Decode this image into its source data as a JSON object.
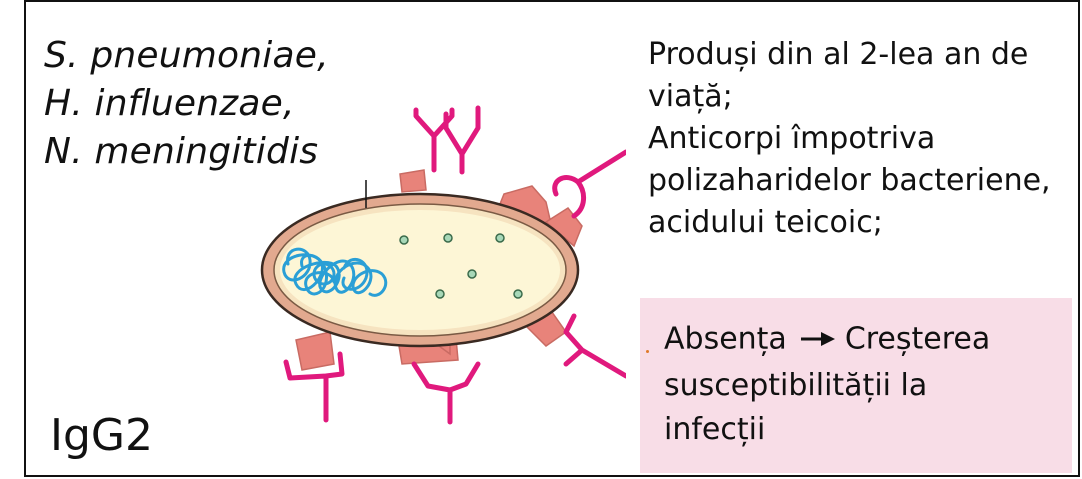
{
  "bacteria": {
    "line1": "S. pneumoniae,",
    "line2": "H. influenzae,",
    "line3": "N. meningitidis"
  },
  "antibody_label": "IgG2",
  "info": {
    "line1": "Produși din al 2-lea an de",
    "line2": "viață;",
    "line3": "Anticorpi împotriva",
    "line4": "polizaharidelor bacteriene,",
    "line5": "acidului teicoic;"
  },
  "note": {
    "absence": "Absența",
    "increase": "Creșterea",
    "line2": "susceptibilității la",
    "line3": "infecții"
  },
  "colors": {
    "antibody": "#e0197d",
    "antigen": "#e8837a",
    "cell_fill": "#fdf6d6",
    "cell_wall": "#e2a98f",
    "dna": "#2a9fd6",
    "granule": "#a8d8b8",
    "note_bg": "#f8dde7"
  },
  "icons": [
    "arrow-right-icon",
    "dna-coil-icon",
    "antibody-y-icon"
  ]
}
